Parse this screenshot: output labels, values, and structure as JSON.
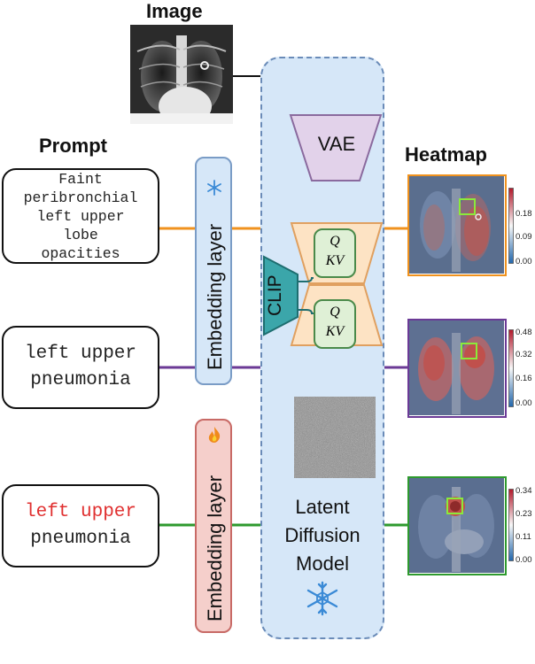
{
  "labels": {
    "image": "Image",
    "prompt": "Prompt",
    "heatmap": "Heatmap",
    "vae": "VAE",
    "clip": "CLIP",
    "q": "Q",
    "kv": "KV",
    "embedding_frozen": "Embedding layer",
    "embedding_trainable": "Embedding layer",
    "model_line1": "Latent",
    "model_line2": "Diffusion",
    "model_line3": "Model"
  },
  "prompts": {
    "p1": [
      "Faint",
      "peribronchial",
      "left upper",
      "lobe",
      "opacities"
    ],
    "p2": [
      "left upper",
      "pneumonia"
    ],
    "p3_highlight": "left upper",
    "p3_rest": "pneumonia"
  },
  "heatmaps": [
    {
      "ticks": [
        "0.18",
        "0.09",
        "0.00"
      ],
      "border": "#f0921e"
    },
    {
      "ticks": [
        "0.48",
        "0.32",
        "0.16",
        "0.00"
      ],
      "border": "#6b3a96"
    },
    {
      "ticks": [
        "0.34",
        "0.23",
        "0.11",
        "0.00"
      ],
      "border": "#2e9a2e"
    }
  ],
  "colors": {
    "orange": "#f0921e",
    "purple": "#6b3a96",
    "green": "#2e9a2e",
    "red_text": "#e03030",
    "frozen_fill": "#d6e7f8",
    "trainable_fill": "#f5cfcb"
  },
  "icons": {
    "frozen": "snowflake-icon",
    "trainable": "fire-icon"
  }
}
